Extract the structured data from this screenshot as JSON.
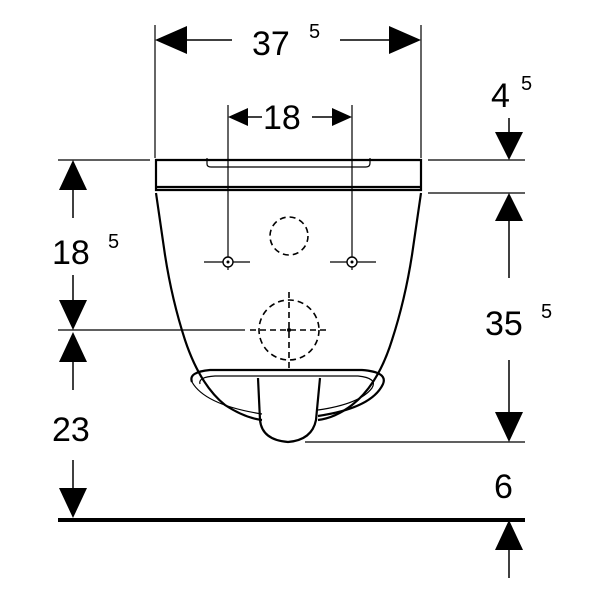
{
  "dimensions": {
    "total_width": {
      "main": "37",
      "sup": "5"
    },
    "mount_spacing": {
      "main": "18",
      "sup": ""
    },
    "seat_thickness": {
      "main": "4",
      "sup": "5"
    },
    "top_to_mount": {
      "main": "18",
      "sup": "5"
    },
    "mount_to_floor": {
      "main": "23",
      "sup": ""
    },
    "body_height": {
      "main": "35",
      "sup": "5"
    },
    "outlet_clearance": {
      "main": "6",
      "sup": ""
    }
  }
}
